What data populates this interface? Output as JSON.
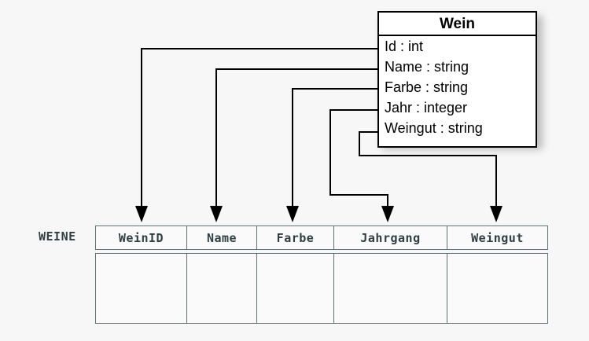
{
  "diagram": {
    "title_visible": false,
    "background_color": "#f7f7f7",
    "line_color": "#000000",
    "table_border_color": "#5d7073",
    "table_text_color": "#2f3f42"
  },
  "uml_class": {
    "name": "Wein",
    "attributes": [
      {
        "text": "Id : int",
        "field": "Id",
        "type": "int"
      },
      {
        "text": "Name : string",
        "field": "Name",
        "type": "string"
      },
      {
        "text": "Farbe : string",
        "field": "Farbe",
        "type": "string"
      },
      {
        "text": "Jahr : integer",
        "field": "Jahr",
        "type": "integer"
      },
      {
        "text": "Weingut : string",
        "field": "Weingut",
        "type": "string"
      }
    ]
  },
  "relational_table": {
    "label": "WEINE",
    "columns": [
      {
        "name": "WeinID",
        "width": 116
      },
      {
        "name": "Name",
        "width": 89
      },
      {
        "name": "Farbe",
        "width": 98
      },
      {
        "name": "Jahrgang",
        "width": 144
      },
      {
        "name": "Weingut",
        "width": 127
      }
    ],
    "rows": [
      [
        "",
        "",
        "",
        "",
        ""
      ]
    ]
  },
  "mappings": [
    {
      "from": "Id",
      "to": "WeinID"
    },
    {
      "from": "Name",
      "to": "Name"
    },
    {
      "from": "Farbe",
      "to": "Farbe"
    },
    {
      "from": "Jahr",
      "to": "Jahrgang"
    },
    {
      "from": "Weingut",
      "to": "Weingut"
    }
  ]
}
